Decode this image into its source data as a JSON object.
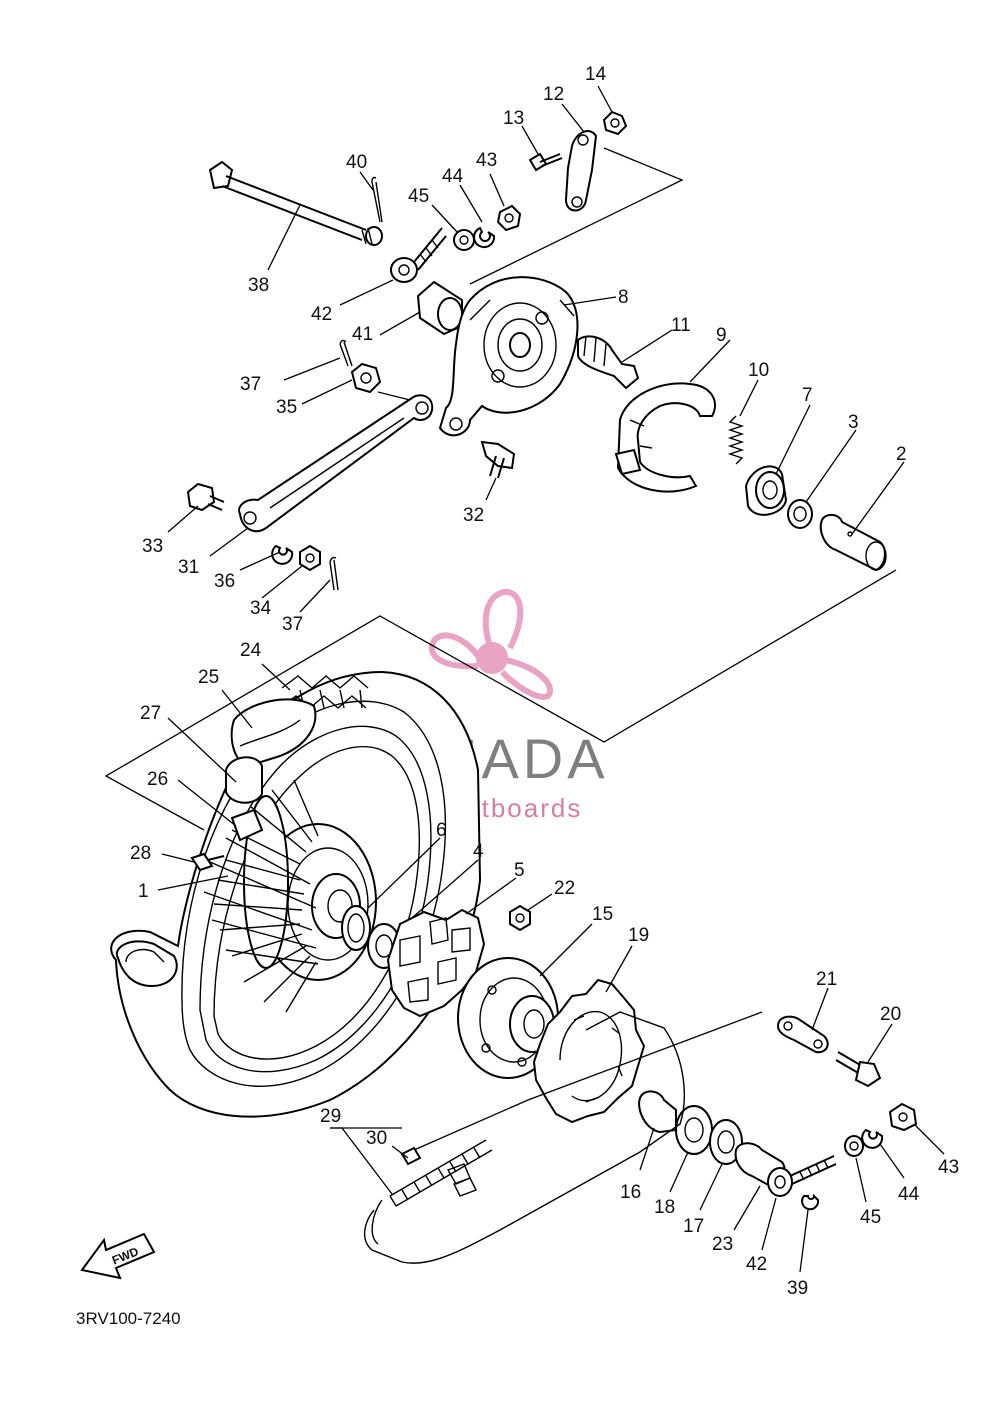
{
  "diagram": {
    "code": "3RV100-7240",
    "fwd_label": "FWD"
  },
  "watermark": {
    "brand": "ARMADA",
    "tagline": "marine outboards",
    "color": "#e9a3c4"
  },
  "labels": {
    "l1": "1",
    "l2": "2",
    "l3": "3",
    "l4": "4",
    "l5": "5",
    "l6": "6",
    "l7": "7",
    "l8": "8",
    "l9": "9",
    "l10": "10",
    "l11": "11",
    "l12": "12",
    "l13": "13",
    "l14": "14",
    "l15": "15",
    "l16": "16",
    "l17": "17",
    "l18": "18",
    "l19": "19",
    "l20": "20",
    "l21": "21",
    "l22": "22",
    "l23": "23",
    "l24": "24",
    "l25": "25",
    "l26": "26",
    "l27": "27",
    "l28": "28",
    "l29": "29",
    "l30": "30",
    "l31": "31",
    "l32": "32",
    "l33": "33",
    "l34": "34",
    "l35": "35",
    "l36": "36",
    "l37a": "37",
    "l37b": "37",
    "l38": "38",
    "l39": "39",
    "l40": "40",
    "l41": "41",
    "l42a": "42",
    "l42b": "42",
    "l43a": "43",
    "l43b": "43",
    "l44a": "44",
    "l44b": "44",
    "l45a": "45",
    "l45b": "45"
  }
}
